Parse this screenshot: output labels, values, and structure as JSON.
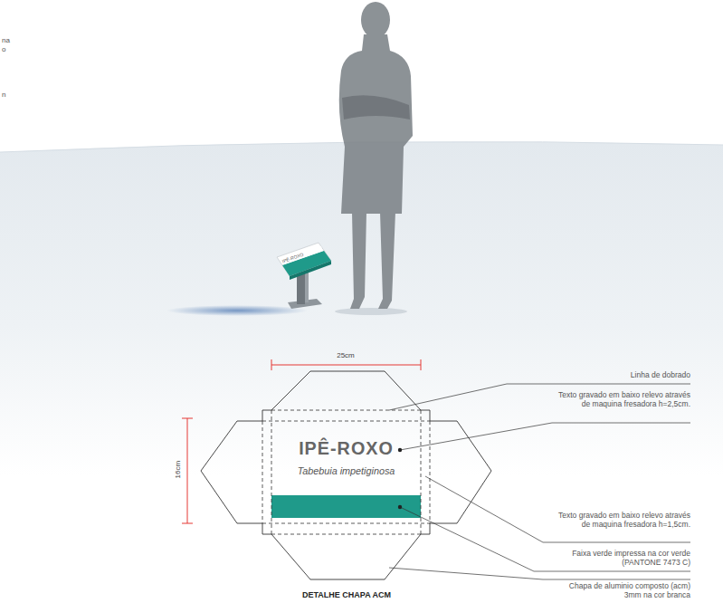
{
  "diagram": {
    "caption": "DETALHE CHAPA ACM",
    "nodes": [
      {
        "text": [
          "IPÊ-ROXO",
          "Tabebuia impetiginosa"
        ]
      }
    ],
    "labels": [
      "na",
      "o",
      "n",
      "IPÊ-ROXO",
      "25cm",
      "16cm",
      "Linha de dobrado",
      "Texto gravado em baixo relevo através de maquina fresadora h=2,5cm.",
      "Texto gravado em baixo relevo através de maquina fresadora h=1,5cm.",
      "Faixa verde impressa na cor verde (PANTONE 7473 C)",
      "Chapa de aluminio composto (acm) 3mm na cor branca"
    ]
  }
}
